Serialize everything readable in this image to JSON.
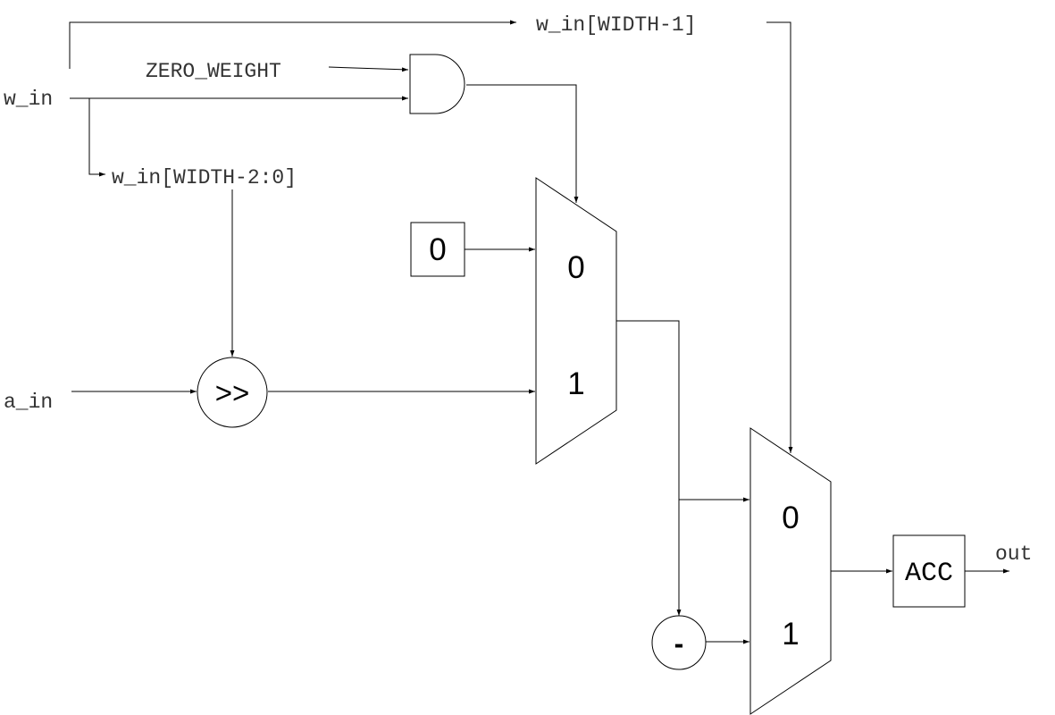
{
  "signals": {
    "w_in": "w_in",
    "a_in": "a_in",
    "zero_weight": "ZERO_WEIGHT",
    "sign_bit": "w_in[WIDTH-1]",
    "magnitude": "w_in[WIDTH-2:0]",
    "out": "out"
  },
  "blocks": {
    "const_zero": "0",
    "shifter": ">>",
    "negate": "-",
    "accumulator": "ACC"
  },
  "mux1": {
    "input0": "0",
    "input1": "1"
  },
  "mux2": {
    "input0": "0",
    "input1": "1"
  }
}
